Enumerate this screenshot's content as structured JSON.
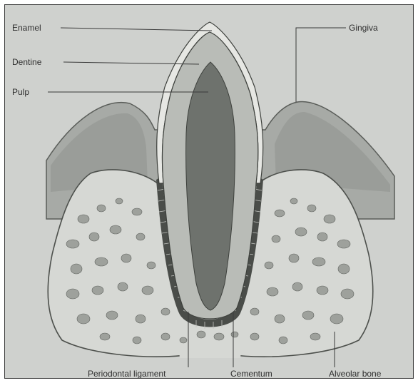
{
  "labels": {
    "enamel": "Enamel",
    "dentine": "Dentine",
    "pulp": "Pulp",
    "gingiva": "Gingiva",
    "periodontal_ligament": "Periodontal ligament",
    "cementum": "Cementum",
    "alveolar_bone": "Alveolar bone"
  },
  "colors": {
    "background": "#cfd1ce",
    "gingiva": "#a7aaa6",
    "gingiva_edge": "#8f928e",
    "bone": "#d6d8d4",
    "bone_pores": "#9ea19c",
    "enamel": "#dfe0dc",
    "dentine": "#b9bcb7",
    "pulp": "#6e726d",
    "ligament": "#4a4d49"
  }
}
